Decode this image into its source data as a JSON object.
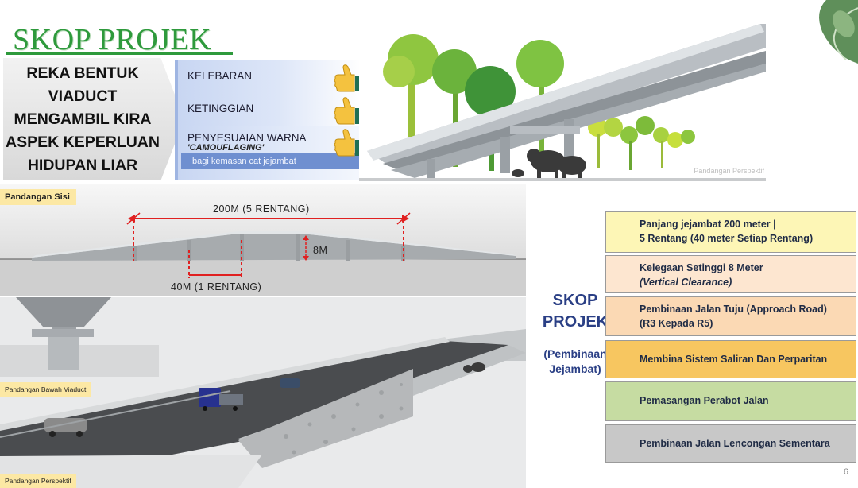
{
  "title": "SKOP PROJEK",
  "design": {
    "heading": "REKA BENTUK\nVIADUCT\nMENGAMBIL KIRA\nASPEK KEPERLUAN\nHIDUPAN LIAR",
    "aspects": [
      {
        "label": "KELEBARAN"
      },
      {
        "label": "KETINGGIAN"
      },
      {
        "label": "PENYESUAIAN WARNA",
        "sub": "'CAMOUFLAGING'",
        "note": "bagi kemasan cat jejambat"
      }
    ],
    "icon": "thumbs-up-icon"
  },
  "top_image": {
    "caption": "Pandangan Perspektif"
  },
  "side_view": {
    "tag": "Pandangan Sisi",
    "total_span": "200M (5 RENTANG)",
    "single_span": "40M (1 RENTANG)",
    "height": "8M"
  },
  "bottom_view": {
    "underside_tag": "Pandangan Bawah Viaduct",
    "perspective_tag": "Pandangan Perspektif"
  },
  "scope": {
    "title_line1": "SKOP",
    "title_line2": "PROJEK",
    "subtitle_line1": "(Pembinaan",
    "subtitle_line2": "Jejambat)",
    "items": [
      {
        "line1": "Panjang jejambat 200 meter  |",
        "line2": "5 Rentang (40 meter Setiap Rentang)"
      },
      {
        "line1": "Kelegaan Setinggi 8 Meter",
        "line2": "(Vertical Clearance)"
      },
      {
        "line1": "Pembinaan Jalan Tuju (Approach Road)",
        "line2": "(R3 Kepada R5)"
      },
      {
        "line1": "Membina Sistem Saliran Dan Perparitan"
      },
      {
        "line1": "Pemasangan Perabot Jalan"
      },
      {
        "line1": "Pembinaan Jalan Lencongan Sementara"
      }
    ]
  },
  "page_number": "6",
  "colors": {
    "title_green": "#2e9a3c",
    "scope_blue": "#2a3f85",
    "dimension_red": "#e02020"
  }
}
